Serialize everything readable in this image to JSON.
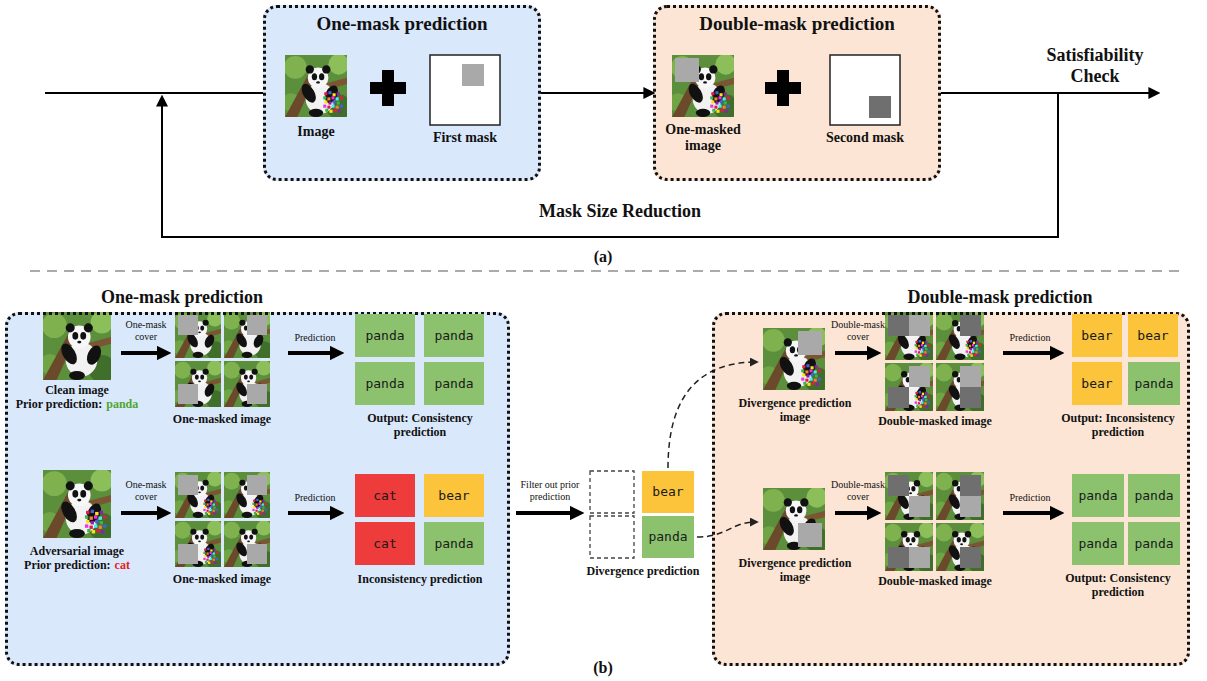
{
  "diagram": {
    "nodes": [
      {
        "text": [
          "One-mask prediction"
        ]
      },
      {
        "text": [
          "Double-mask prediction"
        ]
      },
      {
        "text": [
          "One-mask prediction"
        ]
      },
      {
        "text": [
          "panda"
        ],
        "in": 2
      },
      {
        "text": [
          "panda"
        ],
        "in": 2
      },
      {
        "text": [
          "panda"
        ],
        "in": 2
      },
      {
        "text": [
          "panda"
        ],
        "in": 2
      },
      {
        "text": [
          "cat"
        ],
        "in": 2
      },
      {
        "text": [
          "bear"
        ],
        "in": 2
      },
      {
        "text": [
          "cat"
        ],
        "in": 2
      },
      {
        "text": [
          "panda"
        ],
        "in": 2
      },
      {
        "text": [
          "bear"
        ]
      },
      {
        "text": [
          "panda"
        ]
      },
      {
        "text": [
          "Double-mask prediction"
        ]
      },
      {
        "text": [
          "bear"
        ],
        "in": 13
      },
      {
        "text": [
          "bear"
        ],
        "in": 13
      },
      {
        "text": [
          "bear"
        ],
        "in": 13
      },
      {
        "text": [
          "panda"
        ],
        "in": 13
      },
      {
        "text": [
          "panda"
        ],
        "in": 13
      },
      {
        "text": [
          "panda"
        ],
        "in": 13
      },
      {
        "text": [
          "panda"
        ],
        "in": 13
      },
      {
        "text": [
          "panda"
        ],
        "in": 13
      }
    ],
    "edges": [
      {
        "from": 0,
        "to": 1,
        "arrow": "to"
      }
    ],
    "labels": [
      "Image",
      "First mask",
      "One-masked image",
      "Second mask",
      "Satisfiability Check",
      "Mask Size Reduction",
      "(a)",
      "Clean image",
      "Prior prediction:",
      "panda",
      "One-mask cover",
      "One-masked image",
      "Prediction",
      "Output: Consistency prediction",
      "Adversarial image",
      "Prior prediction:",
      "cat",
      "One-mask cover",
      "One-masked image",
      "Prediction",
      "Inconsistency prediction",
      "Filter out prior prediction",
      "Divergence prediction",
      "Divergence prediction image",
      "Double-mask cover",
      "Double-masked image",
      "Prediction",
      "Output: Inconsistency prediction",
      "Divergence prediction image",
      "Double-mask cover",
      "Double-masked image",
      "Prediction",
      "Output: Consistency prediction",
      "(b)"
    ]
  }
}
